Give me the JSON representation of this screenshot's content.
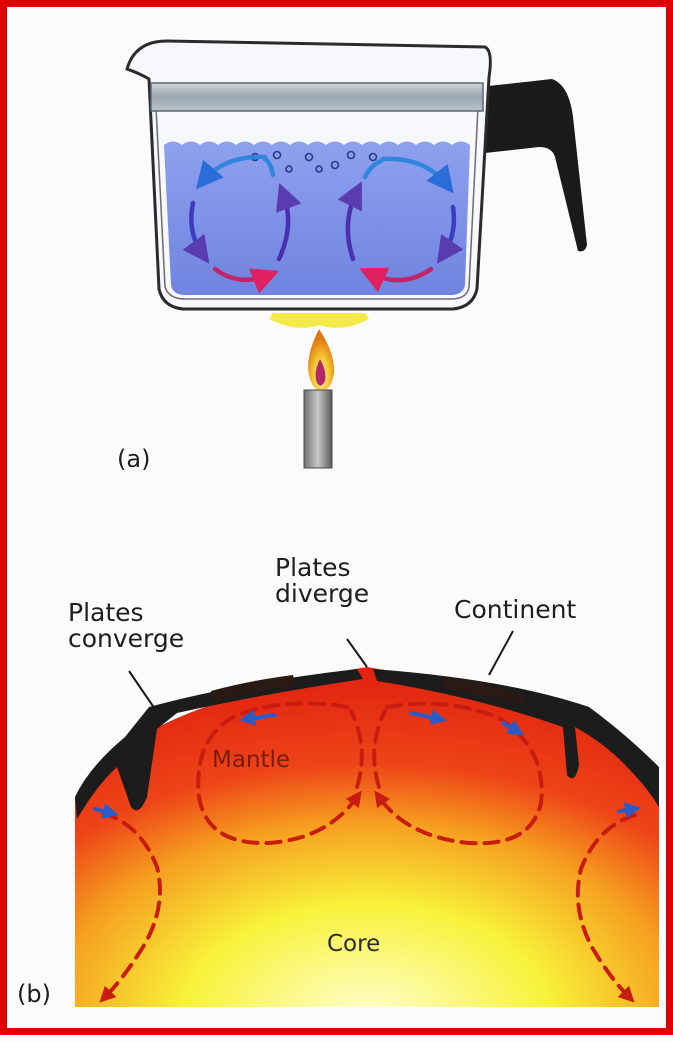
{
  "labels": {
    "a": "(a)",
    "b": "(b)",
    "plates_converge": "Plates\nconverge",
    "plates_diverge": "Plates\ndiverge",
    "continent": "Continent",
    "mantle": "Mantle",
    "core": "Core"
  },
  "colors": {
    "frame": "#e00000",
    "water": "#7d90e6",
    "mantle": "#e82310",
    "core": "#f8f23a",
    "plates": "#1c1c1c",
    "arrow_hot": "#e02060",
    "arrow_cool": "#2a6cd8",
    "flame": "#f6b820"
  }
}
